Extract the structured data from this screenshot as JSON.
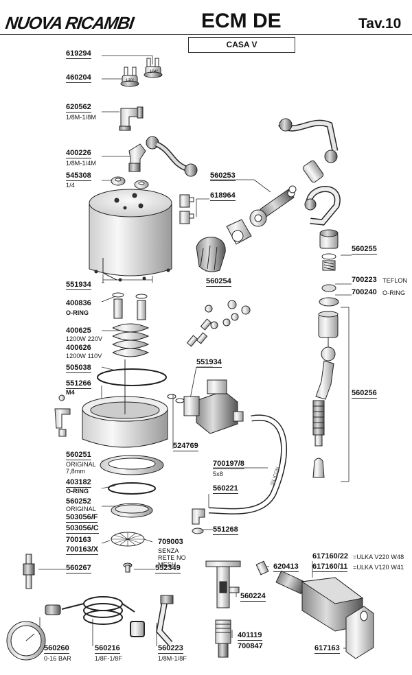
{
  "header": {
    "brand": "NUOVA RICAMBI",
    "model": "ECM DE",
    "table": "Tav.10",
    "subtitle": "CASA V"
  },
  "parts": [
    {
      "id": "p619294",
      "code": "619294",
      "note": ""
    },
    {
      "id": "p460204",
      "code": "460204",
      "note": ""
    },
    {
      "id": "p620562",
      "code": "620562",
      "note": "1/8M-1/8M"
    },
    {
      "id": "p400226",
      "code": "400226",
      "note": "1/8M-1/4M"
    },
    {
      "id": "p545308",
      "code": "545308",
      "note": "1/4"
    },
    {
      "id": "p560253",
      "code": "560253",
      "note": ""
    },
    {
      "id": "p618964",
      "code": "618964",
      "note": ""
    },
    {
      "id": "p560255",
      "code": "560255",
      "note": ""
    },
    {
      "id": "p700223",
      "code": "700223",
      "note": "TEFLON"
    },
    {
      "id": "p700240",
      "code": "700240",
      "note": "O-RING"
    },
    {
      "id": "p551934a",
      "code": "551934",
      "note": ""
    },
    {
      "id": "p560254",
      "code": "560254",
      "note": ""
    },
    {
      "id": "p400836",
      "code": "400836",
      "note": "O-RING"
    },
    {
      "id": "p400625",
      "code": "400625",
      "note": "1200W 220V"
    },
    {
      "id": "p400626",
      "code": "400626",
      "note": "1200W 110V"
    },
    {
      "id": "p505038",
      "code": "505038",
      "note": ""
    },
    {
      "id": "p551934b",
      "code": "551934",
      "note": ""
    },
    {
      "id": "p551266",
      "code": "551266",
      "note": "M4"
    },
    {
      "id": "p560256",
      "code": "560256",
      "note": ""
    },
    {
      "id": "p524769",
      "code": "524769",
      "note": ""
    },
    {
      "id": "p560251",
      "code": "560251",
      "note": "ORIGINAL 7,8mm"
    },
    {
      "id": "p700197",
      "code": "700197/8",
      "note": "5x8"
    },
    {
      "id": "p403182",
      "code": "403182",
      "note": "O-RING"
    },
    {
      "id": "p560221",
      "code": "560221",
      "note": ""
    },
    {
      "id": "p560252",
      "code": "560252",
      "note": "ORIGINAL"
    },
    {
      "id": "p503056f",
      "code": "503056/F",
      "note": ""
    },
    {
      "id": "p503056c",
      "code": "503056/C",
      "note": ""
    },
    {
      "id": "p551268",
      "code": "551268",
      "note": ""
    },
    {
      "id": "p700163",
      "code": "700163",
      "note": ""
    },
    {
      "id": "p700163x",
      "code": "700163/X",
      "note": ""
    },
    {
      "id": "p709003",
      "code": "709003",
      "note": "SENZA RETE NO MESH"
    },
    {
      "id": "p560267",
      "code": "560267",
      "note": ""
    },
    {
      "id": "p552349",
      "code": "552349",
      "note": ""
    },
    {
      "id": "p617160_22",
      "code": "617160/22",
      "note": "=ULKA V220 W48"
    },
    {
      "id": "p617160_11",
      "code": "617160/11",
      "note": "=ULKA V120 W41"
    },
    {
      "id": "p620413",
      "code": "620413",
      "note": ""
    },
    {
      "id": "p560224",
      "code": "560224",
      "note": ""
    },
    {
      "id": "p401119",
      "code": "401119",
      "note": ""
    },
    {
      "id": "p700847",
      "code": "700847",
      "note": ""
    },
    {
      "id": "p617163",
      "code": "617163",
      "note": ""
    },
    {
      "id": "p560260",
      "code": "560260",
      "note": "0-16 BAR"
    },
    {
      "id": "p560216",
      "code": "560216",
      "note": "1/8F-1/8F"
    },
    {
      "id": "p560223",
      "code": "560223",
      "note": "1/8M-1/8F"
    }
  ],
  "stamps": {
    "therm1": "104°",
    "therm2": "120°",
    "tube": "SILICON"
  }
}
